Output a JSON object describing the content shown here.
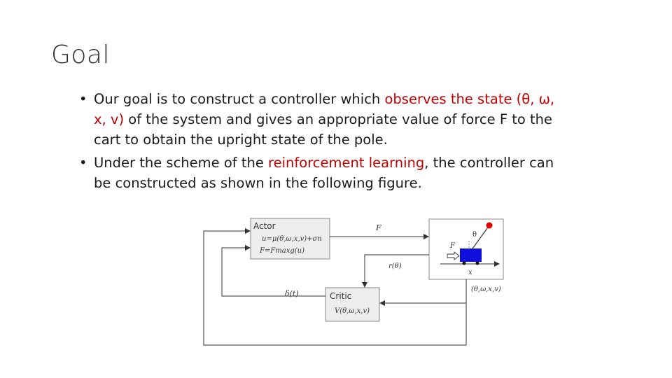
{
  "slide": {
    "title": "Goal",
    "bullets": [
      {
        "parts": [
          {
            "text": "Our goal is to construct a controller which ",
            "color": "normal"
          },
          {
            "text": "observes the state (θ, ω, x, v)",
            "color": "red"
          },
          {
            "text": " of the system and gives an appropriate value of force F to the cart to obtain the upright state of the pole.",
            "color": "normal"
          }
        ]
      },
      {
        "parts": [
          {
            "text": "Under the scheme of the ",
            "color": "normal"
          },
          {
            "text": "reinforcement learning",
            "color": "red"
          },
          {
            "text": ", the controller can be constructed as shown in the following figure.",
            "color": "normal"
          }
        ]
      }
    ],
    "bullet_glyph": "•",
    "accent_color": "#c00000"
  },
  "figure": {
    "actor": {
      "title": "Actor",
      "line1": "u=μ(θ,ω,x,v)+σn",
      "line2": "F=Fmaxg(u)"
    },
    "critic": {
      "title": "Critic",
      "line1": "V(θ,ω,x,v)"
    },
    "labels": {
      "force": "F",
      "reward": "r(θ)",
      "td_error": "δ(t)",
      "state": "(θ,ω,x,v)",
      "theta": "θ",
      "cart_force": "F",
      "cart_x": "x"
    },
    "colors": {
      "cart": "#1010dd",
      "pole_tip": "#e00000"
    }
  }
}
